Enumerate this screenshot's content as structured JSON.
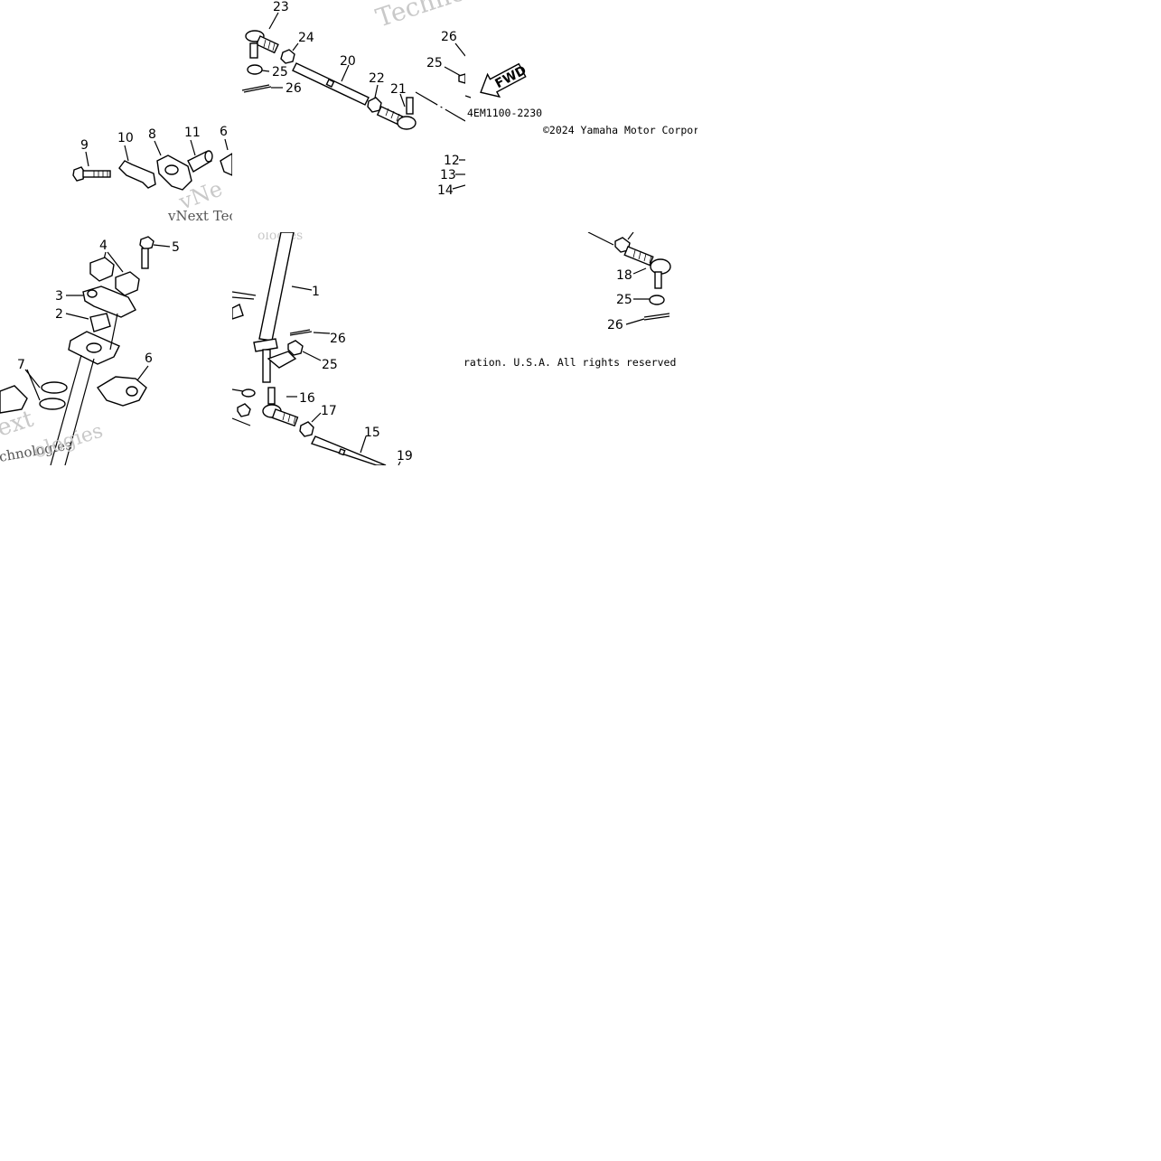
{
  "diagram": {
    "part_code": "4EM1100-2230",
    "copyright_top": "©2024 Yamaha Motor Corpor",
    "copyright_bottom": "ration. U.S.A. All rights reserved",
    "fwd_label": "FWD",
    "watermark_words": [
      "Techno",
      "vNe",
      "vNext Tec",
      "ologies",
      "ext",
      "chnologies",
      "ologies"
    ],
    "callouts": {
      "c23": "23",
      "c24": "24",
      "c25a": "25",
      "c26a": "26",
      "c20": "20",
      "c22": "22",
      "c21": "21",
      "c26b": "26",
      "c25b": "25",
      "c9": "9",
      "c10": "10",
      "c8": "8",
      "c11": "11",
      "c6a": "6",
      "c12": "12",
      "c13": "13",
      "c14": "14",
      "c4": "4",
      "c5": "5",
      "c3": "3",
      "c2": "2",
      "c6b": "6",
      "c7": "7",
      "c1": "1",
      "c26c": "26",
      "c25c": "25",
      "c16": "16",
      "c17": "17",
      "c15": "15",
      "c19": "19",
      "c18": "18",
      "c25d": "25",
      "c26d": "26"
    }
  }
}
